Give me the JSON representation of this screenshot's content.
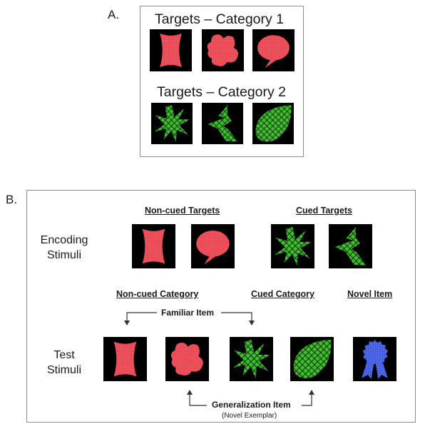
{
  "panel_a": {
    "letter": "A.",
    "category1_title": "Targets – Category 1",
    "category2_title": "Targets – Category 2"
  },
  "panel_b": {
    "letter": "B.",
    "noncued_targets": "Non-cued Targets",
    "cued_targets": "Cued Targets",
    "encoding_line1": "Encoding",
    "encoding_line2": "Stimuli",
    "noncued_category": "Non-cued Category",
    "cued_category": "Cued Category",
    "novel_item": "Novel Item",
    "familiar_item": "Familiar Item",
    "test_line1": "Test",
    "test_line2": "Stimuli",
    "generalization_item": "Generalization Item",
    "novel_exemplar": "(Novel Exemplar)"
  },
  "colors": {
    "category1_red": "#e8414c",
    "category2_green": "#3fbf2c",
    "novel_blue": "#3a55e0",
    "tile_bg": "#000000",
    "panel_border": "#8c8c8c"
  },
  "shape_icons": {
    "red_barrel": "barrel-shape-icon",
    "red_blob": "blob-shape-icon",
    "red_bubble": "speech-bubble-shape-icon",
    "green_star": "spiky-star-shape-icon",
    "green_zigzag": "zigzag-arrow-shape-icon",
    "green_leaf": "leaf-shape-icon",
    "blue_ribbon": "ribbon-badge-shape-icon"
  }
}
